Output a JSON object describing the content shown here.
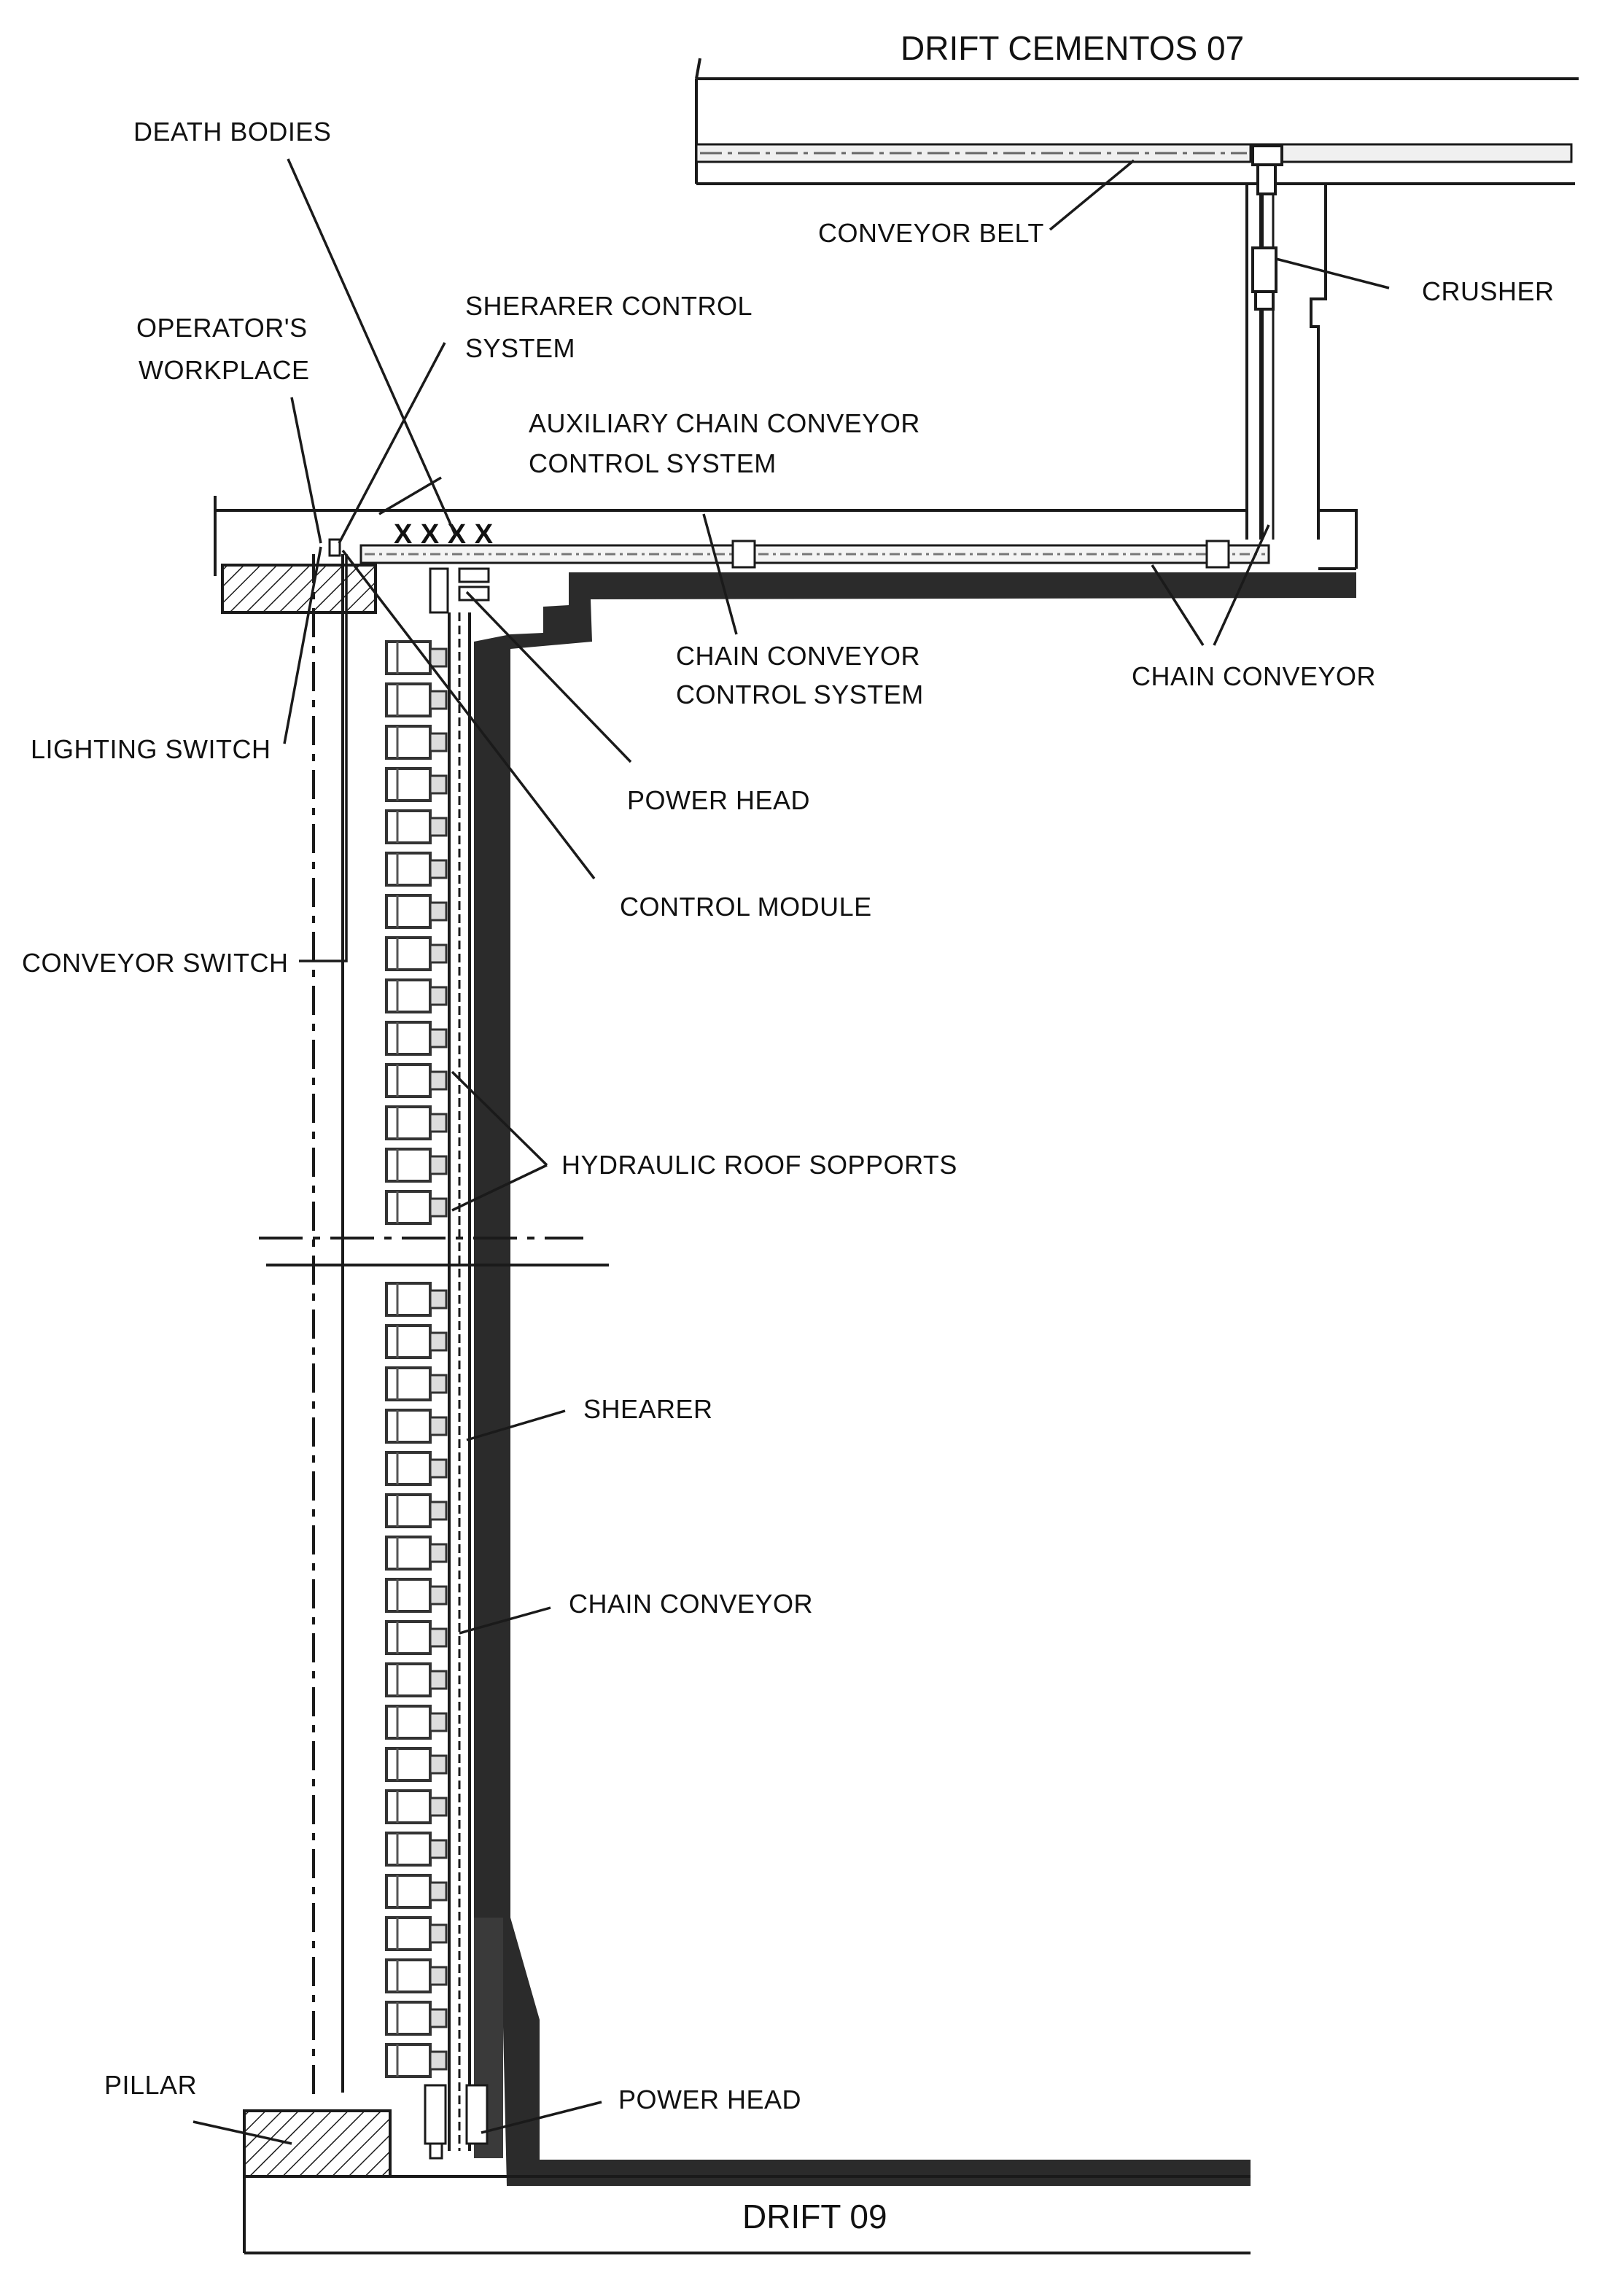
{
  "drifts": {
    "top": "DRIFT CEMENTOS 07",
    "bottom": "DRIFT 09"
  },
  "labels": {
    "death_bodies": "DEATH BODIES",
    "operators_workplace_1": "OPERATOR'S",
    "operators_workplace_2": "WORKPLACE",
    "shearer_control_1": "SHERARER CONTROL",
    "shearer_control_2": "SYSTEM",
    "aux_conveyor_control_1": "AUXILIARY CHAIN CONVEYOR",
    "aux_conveyor_control_2": "CONTROL SYSTEM",
    "conveyor_belt": "CONVEYOR BELT",
    "crusher": "CRUSHER",
    "chain_conveyor_control_1": "CHAIN CONVEYOR",
    "chain_conveyor_control_2": "CONTROL SYSTEM",
    "chain_conveyor_top": "CHAIN CONVEYOR",
    "lighting_switch": "LIGHTING SWITCH",
    "power_head_top": "POWER HEAD",
    "control_module": "CONTROL MODULE",
    "conveyor_switch": "CONVEYOR SWITCH",
    "hydraulic_roof_supports": "HYDRAULIC ROOF SOPPORTS",
    "shearer": "SHEARER",
    "chain_conveyor_face": "CHAIN CONVEYOR",
    "pillar": "PILLAR",
    "power_head_bottom": "POWER HEAD"
  },
  "death_marks": "X X X X",
  "colors": {
    "line": "#1a1a1a",
    "coal": "#2b2b2b",
    "support": "#555555",
    "background": "#ffffff"
  }
}
